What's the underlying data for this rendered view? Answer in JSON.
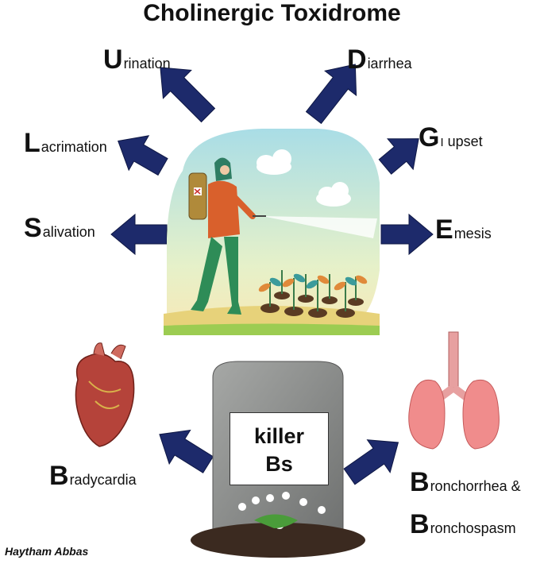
{
  "title": "Cholinergic Toxidrome",
  "muddles": [
    {
      "id": "urination",
      "initial": "U",
      "rest": "rination"
    },
    {
      "id": "diarrhea",
      "initial": "D",
      "rest": "iarrhea"
    },
    {
      "id": "lacrimation",
      "initial": "L",
      "rest": "acrimation"
    },
    {
      "id": "gi",
      "initial": "G",
      "rest_small": "I",
      "rest": " upset"
    },
    {
      "id": "salivation",
      "initial": "S",
      "rest": "alivation"
    },
    {
      "id": "emesis",
      "initial": "E",
      "rest": "mesis"
    }
  ],
  "bs": {
    "plaque_line1": "killer",
    "plaque_line2": "Bs",
    "bradycardia": {
      "initial": "B",
      "rest": "radycardia"
    },
    "bronchorrhea": {
      "initial": "B",
      "rest": "ronchorrhea &"
    },
    "bronchospasm": {
      "initial": "B",
      "rest": "ronchospasm"
    }
  },
  "credit": "Haytham Abbas",
  "colors": {
    "arrow": "#1d2a6b",
    "sky": "#bfe6ec",
    "ground": "#e7d27a",
    "grass": "#9ccc52",
    "stone": "#8f9190",
    "heart": "#b5433a",
    "lung": "#f08c8c"
  }
}
